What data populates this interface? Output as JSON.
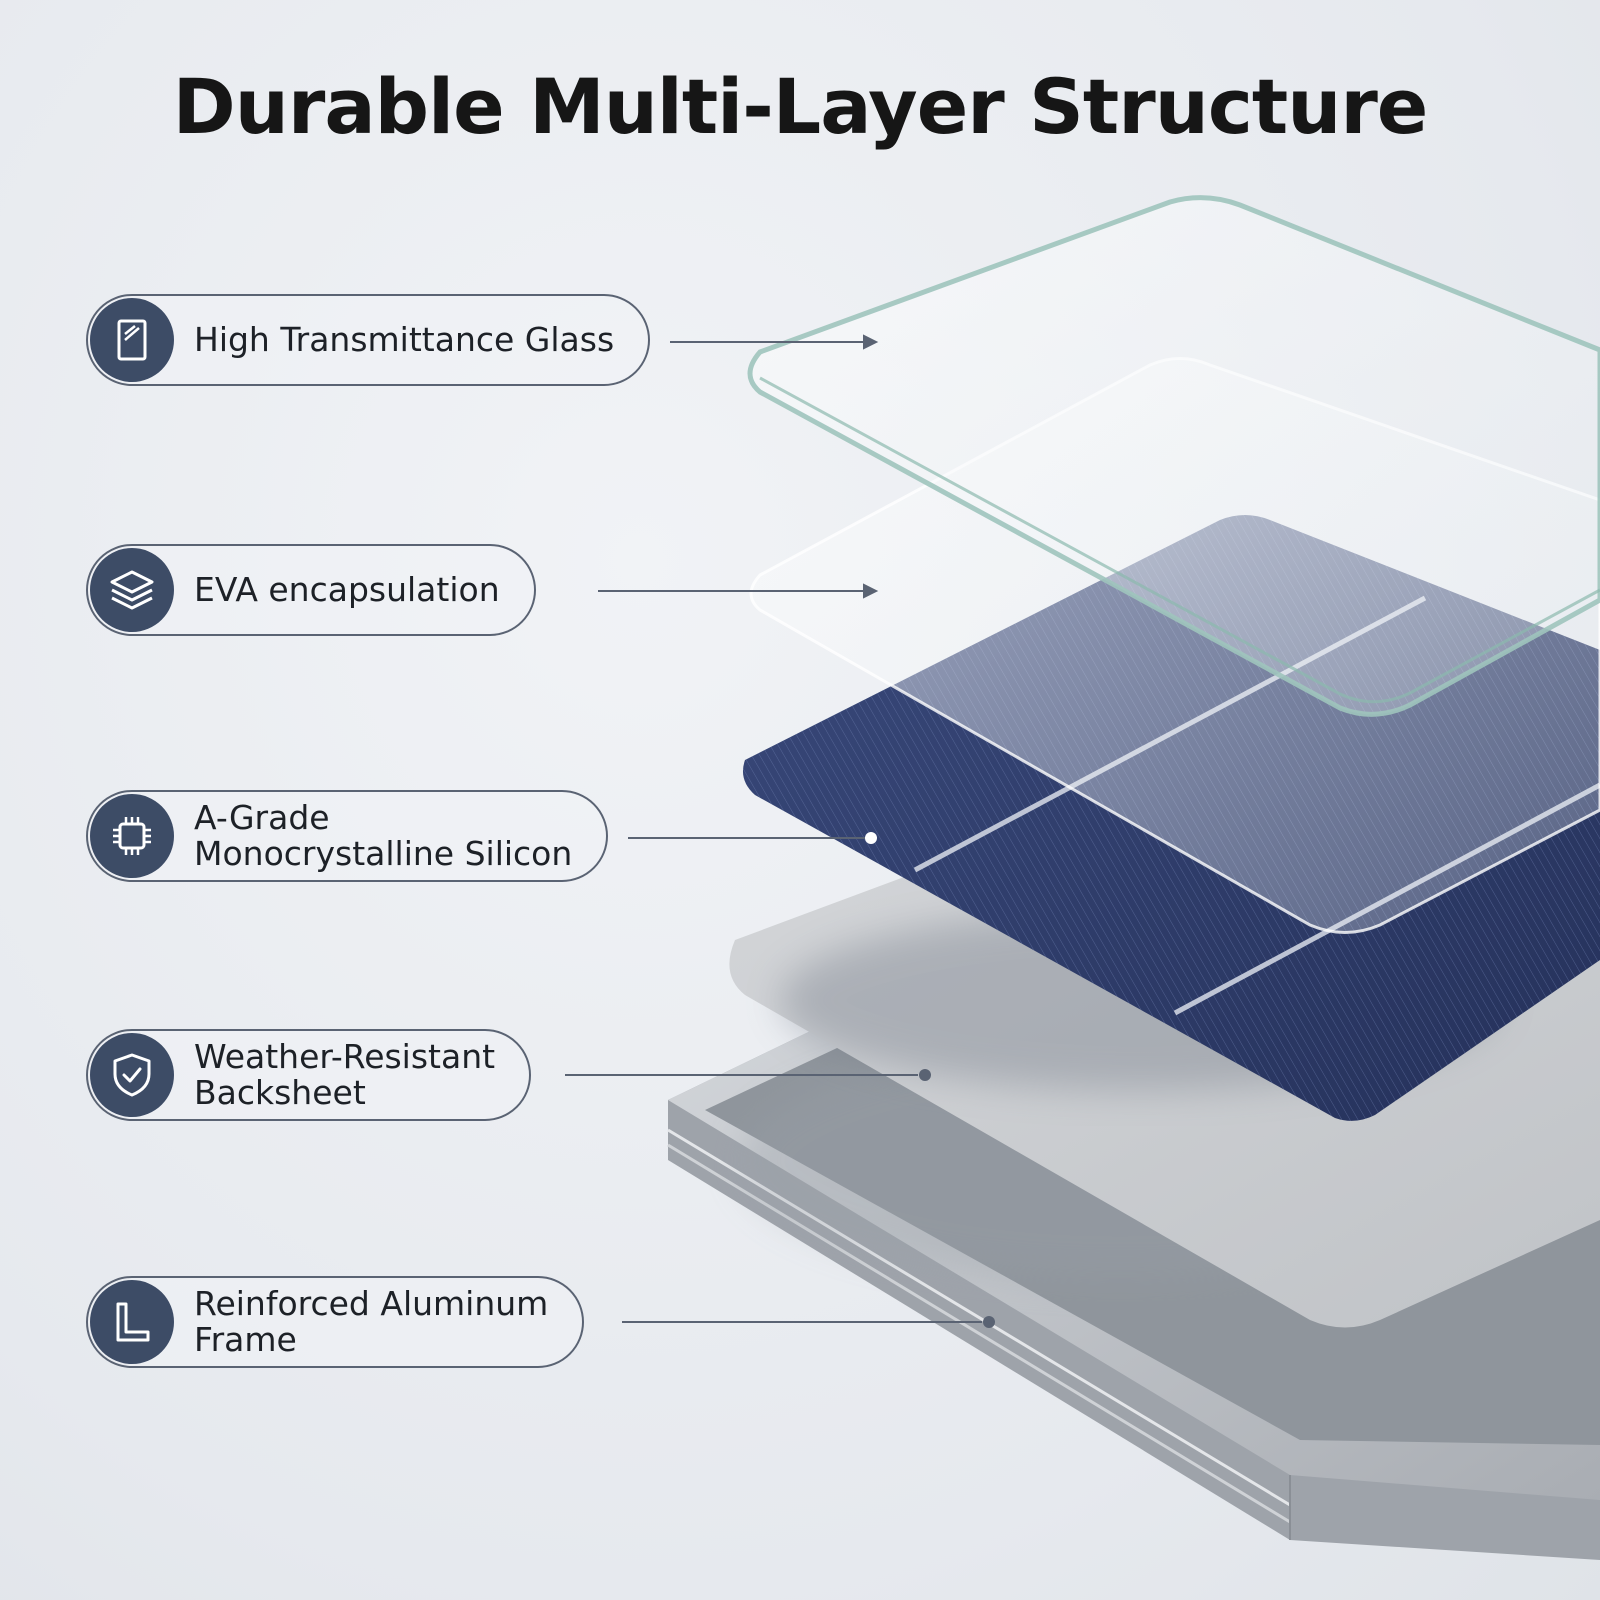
{
  "title": "Durable Multi-Layer Structure",
  "layers": [
    {
      "label": "High Transmittance Glass",
      "icon": "glass-pane-icon"
    },
    {
      "label": "EVA encapsulation",
      "icon": "stacked-layers-icon"
    },
    {
      "label": "A-Grade\nMonocrystalline Silicon",
      "icon": "chip-icon"
    },
    {
      "label": "Weather-Resistant\nBacksheet",
      "icon": "shield-check-icon"
    },
    {
      "label": "Reinforced Aluminum\nFrame",
      "icon": "l-bracket-icon"
    }
  ],
  "colors": {
    "icon_bg": "#3d4c66",
    "pill_border": "#5a6373",
    "cell_blue": "#2c3a66",
    "frame": "#b9bdc3",
    "backsheet": "#c9cbcf"
  }
}
